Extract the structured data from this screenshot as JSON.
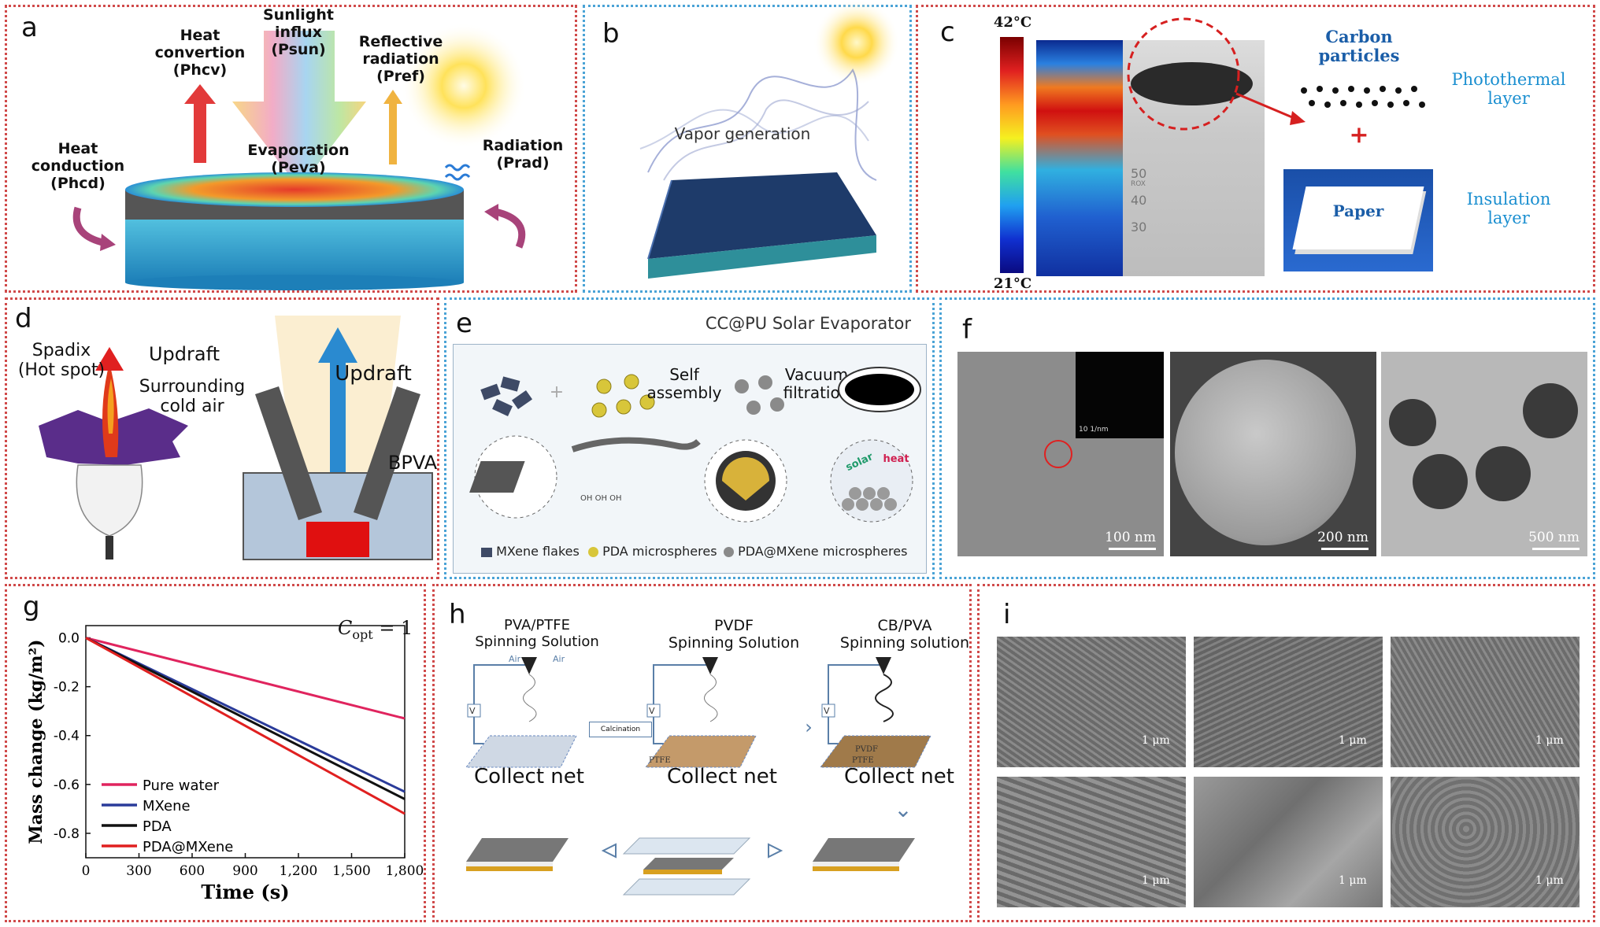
{
  "panels": {
    "a": {
      "label": "a",
      "sunlight": "Sunlight\ninflux\n(Psun)",
      "heat_conv": "Heat\nconvertion\n(Phcv)",
      "reflective": "Reflective\nradiation\n(Pref)",
      "heat_cond": "Heat\nconduction\n(Phcd)",
      "evaporation": "Evaporation\n(Peva)",
      "radiation": "Radiation\n(Prad)"
    },
    "b": {
      "label": "b",
      "vapor": "Vapor generation"
    },
    "c": {
      "label": "c",
      "temp_max": "42°C",
      "temp_min": "21°C",
      "beaker_marks": [
        "50",
        "40",
        "30"
      ],
      "beaker_small": "ROX",
      "carbon": "Carbon\nparticles",
      "photothermal": "Photothermal\nlayer",
      "plus": "+",
      "paper": "Paper",
      "insulation": "Insulation\nlayer"
    },
    "d": {
      "label": "d",
      "spadix": "Spadix\n(Hot spot)",
      "updraft_left": "Updraft",
      "surrounding": "Surrounding\ncold air",
      "updraft_right": "Updraft",
      "bpva": "BPVA"
    },
    "e": {
      "label": "e",
      "title": "CC@PU Solar Evaporator",
      "self_assembly": "Self\nassembly",
      "vacuum": "Vacuum\nfiltration",
      "solar": "solar",
      "heat": "heat",
      "legend": [
        "MXene flakes",
        "PDA microspheres",
        "PDA@MXene microspheres"
      ]
    },
    "f": {
      "label": "f",
      "scale1": "100 nm",
      "scale2": "200 nm",
      "scale3": "500 nm",
      "inset_scale": "10 1/nm"
    },
    "g": {
      "label": "g",
      "annotation_main": "C",
      "annotation_sub": "opt",
      "annotation_rest": " = 1"
    },
    "h": {
      "label": "h",
      "step1": "PVA/PTFE\nSpinning Solution",
      "step2": "PVDF\nSpinning Solution",
      "step3": "CB/PVA\nSpinning solution",
      "collect": "Collect net",
      "calcination": "Calcination",
      "air": "Air",
      "v": "V",
      "ptfe": "PTFE",
      "pvdf": "PVDF"
    },
    "i": {
      "label": "i",
      "scale": "1 μm"
    }
  },
  "chart_data": {
    "type": "line",
    "title": "",
    "xlabel": "Time (s)",
    "ylabel": "Mass change (kg/m²)",
    "xlim": [
      0,
      1800
    ],
    "ylim": [
      -0.9,
      0.05
    ],
    "x_ticks": [
      "0",
      "300",
      "600",
      "900",
      "1,200",
      "1,500",
      "1,800"
    ],
    "x_tick_values": [
      0,
      300,
      600,
      900,
      1200,
      1500,
      1800
    ],
    "y_ticks": [
      "0.0",
      "-0.2",
      "-0.4",
      "-0.6",
      "-0.8"
    ],
    "y_tick_values": [
      0.0,
      -0.2,
      -0.4,
      -0.6,
      -0.8
    ],
    "legend_position": "bottom-left",
    "series": [
      {
        "name": "Pure water",
        "color": "#e0245e",
        "x": [
          0,
          1800
        ],
        "y": [
          0.0,
          -0.33
        ]
      },
      {
        "name": "MXene",
        "color": "#2a3b9a",
        "x": [
          0,
          1800
        ],
        "y": [
          0.0,
          -0.63
        ]
      },
      {
        "name": "PDA",
        "color": "#111111",
        "x": [
          0,
          1800
        ],
        "y": [
          0.0,
          -0.66
        ]
      },
      {
        "name": "PDA@MXene",
        "color": "#e02020",
        "x": [
          0,
          1800
        ],
        "y": [
          0.0,
          -0.72
        ]
      }
    ]
  }
}
